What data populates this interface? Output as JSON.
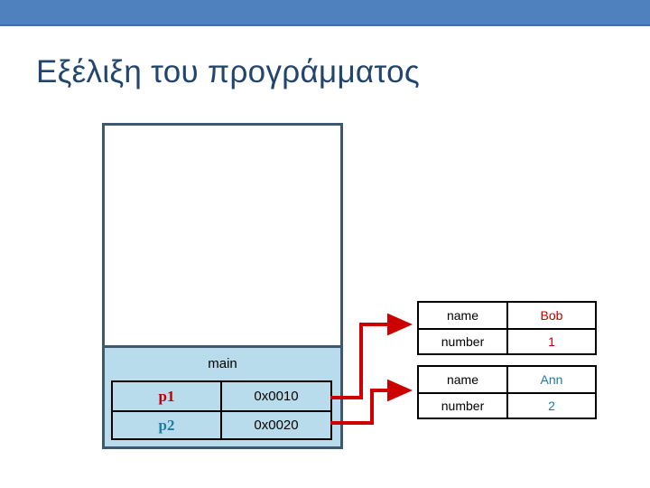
{
  "slide": {
    "title": "Εξέλιξη του προγράμματος",
    "banner_color": "#4e81bd",
    "title_color": "#22456e"
  },
  "stack_box": {
    "frame_label": "main",
    "frame_fill": "#b9dced",
    "border_color": "#3e5871",
    "variables": [
      {
        "name": "p1",
        "value": "0x0010",
        "color": "#c00000"
      },
      {
        "name": "p2",
        "value": "0x0020",
        "color": "#1f7ba6"
      }
    ]
  },
  "heap": {
    "structs": [
      {
        "accent": "#c00000",
        "rows": [
          {
            "field": "name",
            "value": "Bob"
          },
          {
            "field": "number",
            "value": "1"
          }
        ]
      },
      {
        "accent": "#1f7ba6",
        "rows": [
          {
            "field": "name",
            "value": "Ann"
          },
          {
            "field": "number",
            "value": "2"
          }
        ]
      }
    ]
  },
  "connectors": {
    "color": "#cc0000",
    "arrows": [
      {
        "from": "p1",
        "to": "struct-1"
      },
      {
        "from": "p2",
        "to": "struct-2"
      }
    ]
  }
}
